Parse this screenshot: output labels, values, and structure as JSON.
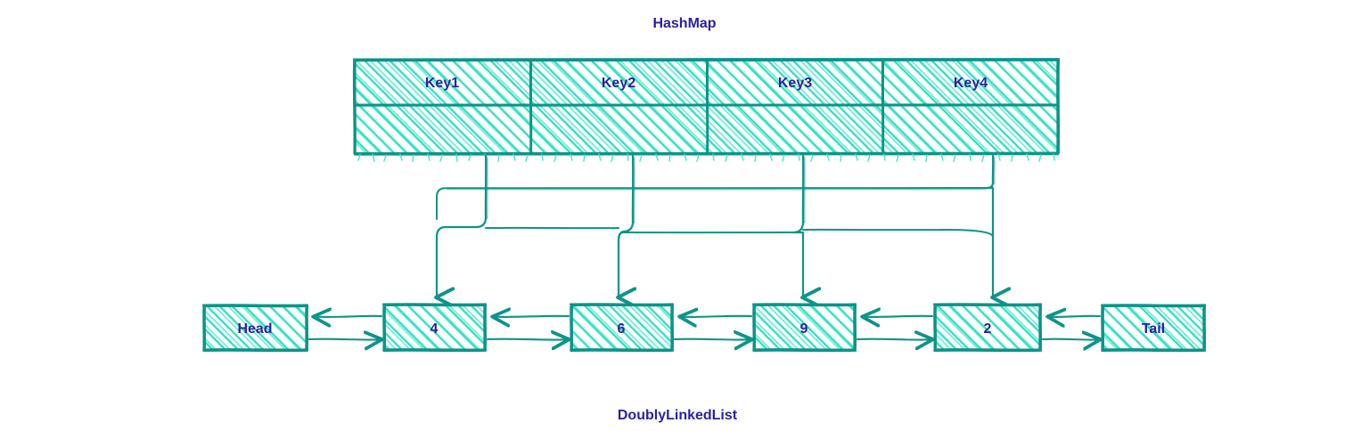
{
  "diagram": {
    "type": "data-structure-diagram",
    "style": "hand-drawn-sketch",
    "colors": {
      "stroke": "#0d9488",
      "hatch": "#2ee0c2",
      "text": "#2b21a0",
      "background": "#ffffff"
    }
  },
  "hashmap": {
    "title": "HashMap",
    "columns": [
      {
        "key_label": "Key1",
        "value_label": ""
      },
      {
        "key_label": "Key2",
        "value_label": ""
      },
      {
        "key_label": "Key3",
        "value_label": ""
      },
      {
        "key_label": "Key4",
        "value_label": ""
      }
    ]
  },
  "linked_list": {
    "title": "DoublyLinkedList",
    "nodes": [
      {
        "label": "Head",
        "kind": "sentinel"
      },
      {
        "label": "4",
        "kind": "data"
      },
      {
        "label": "6",
        "kind": "data"
      },
      {
        "label": "9",
        "kind": "data"
      },
      {
        "label": "2",
        "kind": "data"
      },
      {
        "label": "Tail",
        "kind": "sentinel"
      }
    ]
  },
  "connections": [
    {
      "from": "Key1",
      "to": "4"
    },
    {
      "from": "Key2",
      "to": "6"
    },
    {
      "from": "Key3",
      "to": "9"
    },
    {
      "from": "Key4",
      "to": "2"
    }
  ]
}
